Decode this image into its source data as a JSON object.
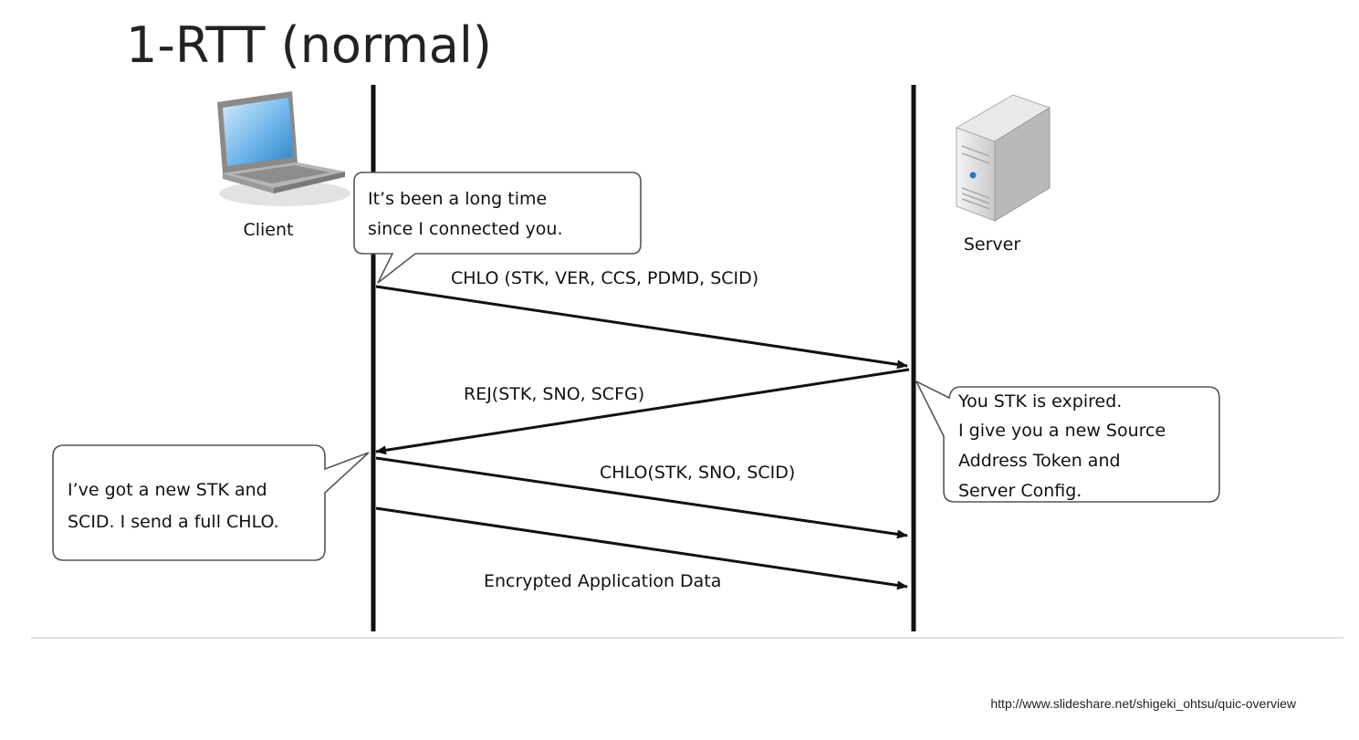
{
  "title": "1-RTT (normal)",
  "participants": {
    "client": {
      "label": "Client",
      "icon": "laptop-icon"
    },
    "server": {
      "label": "Server",
      "icon": "server-tower-icon"
    }
  },
  "bubbles": {
    "client_intro": [
      "It’s been a long time",
      "since I connected you."
    ],
    "server_reply": [
      "You STK is expired.",
      "I give you a new Source",
      "Address Token and",
      "Server Config."
    ],
    "client_followup": [
      "I’ve got a new STK and",
      "SCID. I send a full CHLO."
    ]
  },
  "messages": [
    {
      "label": "CHLO (STK, VER, CCS, PDMD, SCID)",
      "from": "client",
      "to": "server"
    },
    {
      "label": "REJ(STK, SNO, SCFG)",
      "from": "server",
      "to": "client"
    },
    {
      "label": "CHLO(STK, SNO, SCID)",
      "from": "client",
      "to": "server"
    },
    {
      "label": "Encrypted Application Data",
      "from": "client",
      "to": "server"
    }
  ],
  "source_url": "http://www.slideshare.net/shigeki_ohtsu/quic-overview"
}
